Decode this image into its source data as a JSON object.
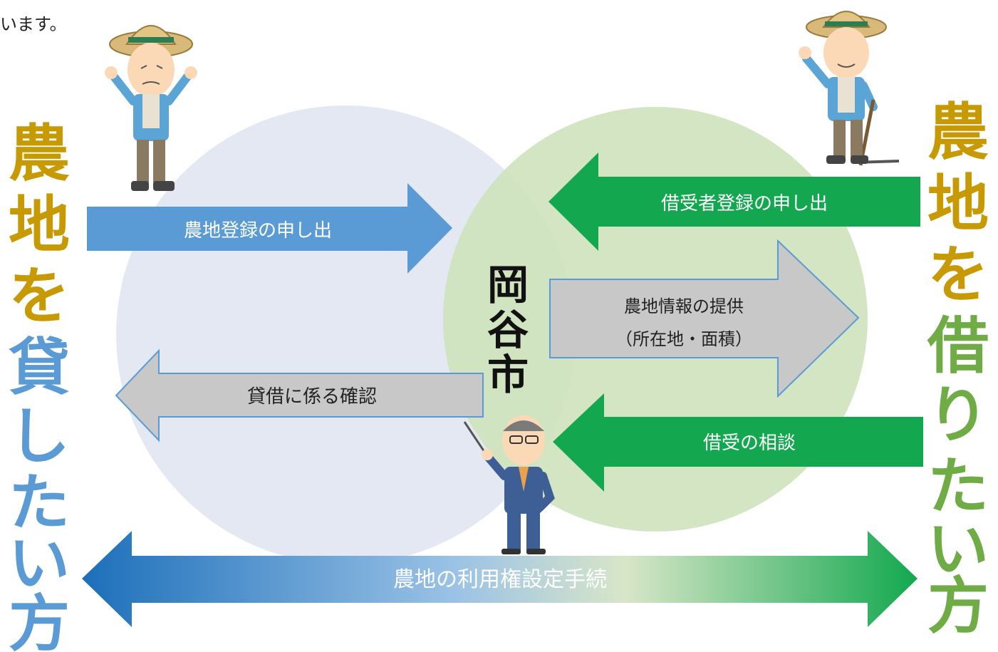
{
  "top_fragment": "います。",
  "left_side": {
    "title_lines": [
      "農",
      "地",
      "を",
      "貸",
      "し",
      "た",
      "い",
      "方"
    ]
  },
  "right_side": {
    "title_lines": [
      "農",
      "地",
      "を",
      "借",
      "り",
      "た",
      "い",
      "方"
    ]
  },
  "center": {
    "lines": [
      "岡",
      "谷",
      "市"
    ]
  },
  "arrows": {
    "land_registration": "農地登録の申し出",
    "borrower_registration": "借受者登録の申し出",
    "land_info_line1": "農地情報の提供",
    "land_info_line2": "（所在地・面積）",
    "lending_confirmation": "貸借に係る確認",
    "borrowing_consultation": "借受の相談",
    "usage_rights_procedure": "農地の利用権設定手続"
  },
  "colors": {
    "left_circle": "#e3e8f3",
    "right_circle": "#cfe3bd",
    "blue_arrow": "#5b9bd5",
    "green_arrow": "#13a84f",
    "gray_arrow": "#c8c8c8",
    "gold_text": "#c79a04",
    "blue_text": "#5b9bd5",
    "green_text": "#6fac45"
  }
}
